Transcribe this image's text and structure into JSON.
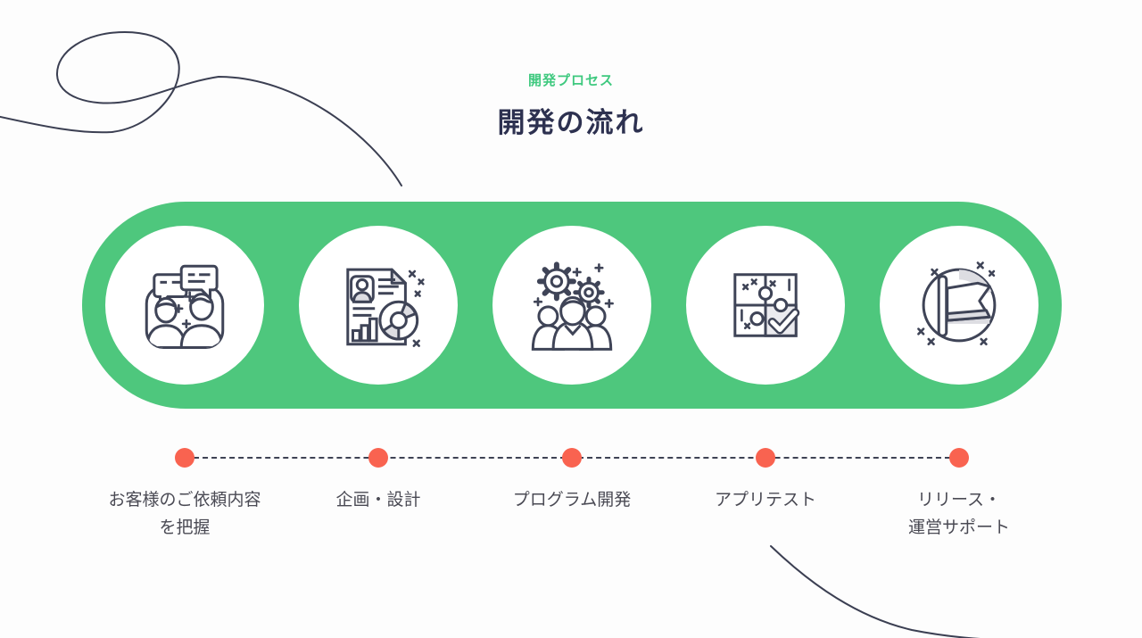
{
  "header": {
    "eyebrow": "開発プロセス",
    "title": "開発の流れ"
  },
  "process": {
    "steps": [
      {
        "name": "consultation",
        "icon": "customers-chat-icon",
        "label": "お客様のご依頼内容\nを把握"
      },
      {
        "name": "planning",
        "icon": "document-chart-icon",
        "label": "企画・設計"
      },
      {
        "name": "development",
        "icon": "team-gears-icon",
        "label": "プログラム開発"
      },
      {
        "name": "testing",
        "icon": "puzzle-check-icon",
        "label": "アプリテスト"
      },
      {
        "name": "release",
        "icon": "flag-circle-icon",
        "label": "リリース・\n運営サポート"
      }
    ]
  },
  "colors": {
    "accent_green": "#4EC77D",
    "title_navy": "#2D3150",
    "label_gray": "#4A4A54",
    "timeline_orange": "#F96350",
    "line_navy": "#3B3F52",
    "icon_stroke": "#3F4457",
    "icon_shade": "#DDDDE2"
  }
}
